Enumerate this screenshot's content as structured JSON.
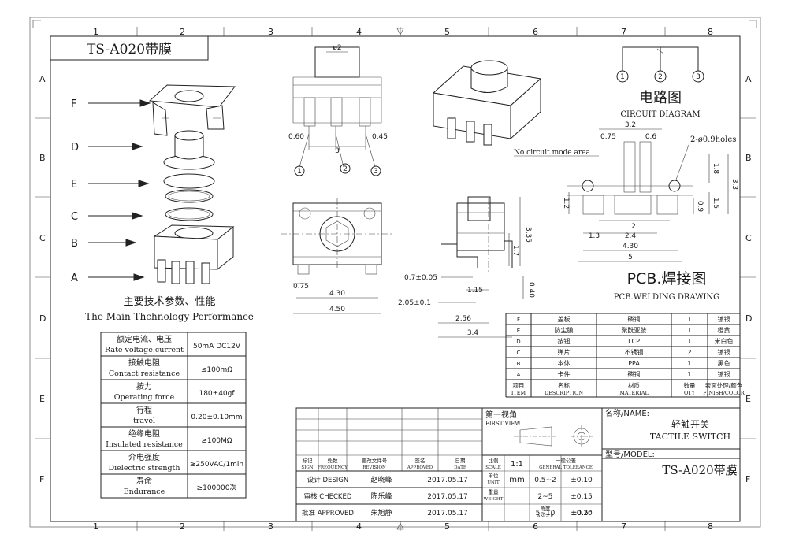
{
  "frame": {
    "cols": [
      "1",
      "2",
      "3",
      "4",
      "5",
      "6",
      "7",
      "8"
    ],
    "rows": [
      "A",
      "B",
      "C",
      "D",
      "E",
      "F"
    ]
  },
  "title_box": "TS-A020带膜",
  "exploded": {
    "labels": [
      "F",
      "D",
      "E",
      "C",
      "B",
      "A"
    ]
  },
  "main_params": {
    "title_cn": "主要技术参数、性能",
    "title_en": "The Main Thchnology Performance",
    "rows": [
      {
        "cn": "额定电流、电压",
        "en": "Rate voltage.current",
        "value": "50mA DC12V"
      },
      {
        "cn": "接触电阻",
        "en": "Contact resistance",
        "value": "≤100mΩ"
      },
      {
        "cn": "按力",
        "en": "Operating force",
        "value": "180±40gf"
      },
      {
        "cn": "行程",
        "en": "travel",
        "value": "0.20±0.10mm"
      },
      {
        "cn": "绝缘电阻",
        "en": "Insulated resistance",
        "value": "≥100MΩ"
      },
      {
        "cn": "介电强度",
        "en": "Dielectric strength",
        "value": "≥250VAC/1min"
      },
      {
        "cn": "寿命",
        "en": "Endurance",
        "value": "≥100000次"
      }
    ]
  },
  "front_view": {
    "phi": "ø2",
    "d_left": "0.60",
    "d_right": "0.45",
    "d_mid": "3",
    "pins": [
      "1",
      "2",
      "3"
    ]
  },
  "top_view": {
    "d_075": "0.75",
    "d_430": "4.30",
    "d_450": "4.50"
  },
  "side_view": {
    "d_335": "3.35",
    "d_17": "1.7",
    "d_07": "0.7±0.05",
    "d_115": "1.15",
    "d_205": "2.05±0.1",
    "d_040": "0.40",
    "d_256": "2.56",
    "d_34": "3.4"
  },
  "circuit": {
    "pins": [
      "1",
      "2",
      "3"
    ],
    "title_cn": "电路图",
    "title_en": "CIRCUIT DIAGRAM"
  },
  "pcb": {
    "d_32": "3.2",
    "d_075": "0.75",
    "d_06": "0.6",
    "holes": "2-ø0.9holes",
    "no_circuit": "No circuit mode area",
    "d_18": "1.8",
    "d_33": "3.3",
    "d_12": "1.2",
    "d_15": "1.5",
    "d_09": "0.9",
    "d_2": "2",
    "d_13": "1.3",
    "d_24": "2.4",
    "d_430": "4.30",
    "d_5": "5",
    "title_cn": "PCB.焊接图",
    "title_en": "PCB.WELDING DRAWING"
  },
  "bom": {
    "rows": [
      {
        "item": "F",
        "desc": "盖板",
        "mat": "磷铜",
        "qty": "1",
        "finish": "镀银"
      },
      {
        "item": "E",
        "desc": "防尘膜",
        "mat": "聚酰亚胺",
        "qty": "1",
        "finish": "橙黄"
      },
      {
        "item": "D",
        "desc": "按钮",
        "mat": "LCP",
        "qty": "1",
        "finish": "米白色"
      },
      {
        "item": "C",
        "desc": "弹片",
        "mat": "不锈钢",
        "qty": "2",
        "finish": "镀银"
      },
      {
        "item": "B",
        "desc": "本体",
        "mat": "PPA",
        "qty": "1",
        "finish": "黑色"
      },
      {
        "item": "A",
        "desc": "卡件",
        "mat": "磷铜",
        "qty": "1",
        "finish": "镀银"
      }
    ],
    "header": {
      "item_cn": "项目",
      "item_en": "ITEM",
      "desc_cn": "名称",
      "desc_en": "DESCRIPTION",
      "mat_cn": "材质",
      "mat_en": "MATERIAL",
      "qty_cn": "数量",
      "qty_en": "QTY",
      "fin_cn": "表面处理/颜色",
      "fin_en": "FINISH/COLOR"
    }
  },
  "title_block": {
    "first_view_cn": "第一视角",
    "first_view_en": "FIRST VIEW",
    "name_label": "名称/NAME:",
    "name_cn": "轻触开关",
    "name_en": "TACTILE SWITCH",
    "model_label": "型号/MODEL:",
    "model": "TS-A020带膜",
    "scale": "1:1",
    "unit": "mm",
    "rev_headers": [
      {
        "cn": "标记",
        "en": "SIGN"
      },
      {
        "cn": "处数",
        "en": "FREQUENCY"
      },
      {
        "cn": "更改文件号",
        "en": "REVISION"
      },
      {
        "cn": "签名",
        "en": "APPROVED"
      },
      {
        "cn": "日期",
        "en": "DATE"
      }
    ],
    "scale_cn": "比例",
    "scale_en": "SCALE",
    "unit_cn": "单位",
    "unit_en": "UNIT",
    "weight_cn": "重量",
    "weight_en": "WEIGHT",
    "tol_cn": "一般公差",
    "tol_en": "GENERAL TOLERANCE",
    "tol_rows": [
      {
        "range": "0.5~2",
        "tol": "±0.10"
      },
      {
        "range": "2~5",
        "tol": "±0.15"
      },
      {
        "range": "5~10",
        "tol": "±0.20"
      },
      {
        "range": "角度",
        "range_en": "ANGLE",
        "tol": "±0.5°"
      }
    ],
    "people": [
      {
        "role": "设计 DESIGN",
        "name": "赵晓峰",
        "date": "2017.05.17"
      },
      {
        "role": "审核 CHECKED",
        "name": "陈乐峰",
        "date": "2017.05.17"
      },
      {
        "role": "批准 APPROVED",
        "name": "朱旭静",
        "date": "2017.05.17"
      }
    ]
  }
}
